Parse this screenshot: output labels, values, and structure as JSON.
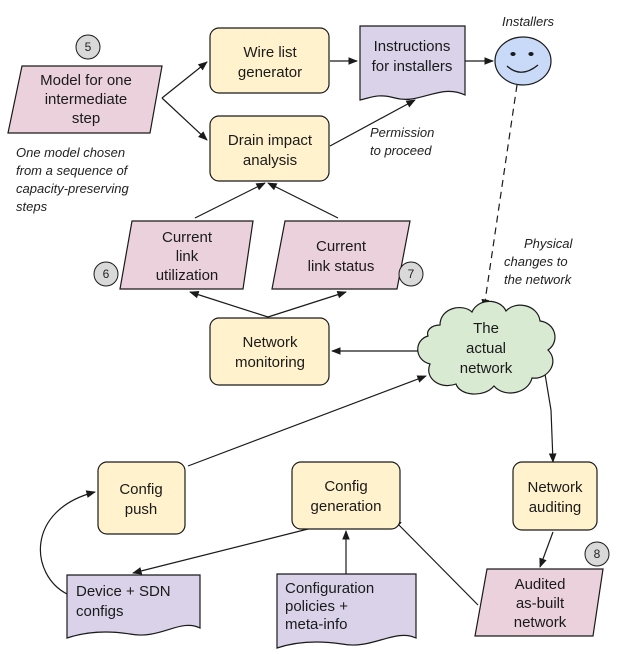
{
  "nodes": {
    "model": {
      "lines": [
        "Model for one",
        "intermediate",
        "step"
      ]
    },
    "wire_list": {
      "lines": [
        "Wire list",
        "generator"
      ]
    },
    "instructions": {
      "lines": [
        "Instructions",
        "for installers"
      ]
    },
    "drain_impact": {
      "lines": [
        "Drain impact",
        "analysis"
      ]
    },
    "link_util": {
      "lines": [
        "Current",
        "link",
        "utilization"
      ]
    },
    "link_status": {
      "lines": [
        "Current",
        "link status"
      ]
    },
    "monitoring": {
      "lines": [
        "Network",
        "monitoring"
      ]
    },
    "actual_network": {
      "lines": [
        "The",
        "actual",
        "network"
      ]
    },
    "config_push": {
      "lines": [
        "Config",
        "push"
      ]
    },
    "config_gen": {
      "lines": [
        "Config",
        "generation"
      ]
    },
    "auditing": {
      "lines": [
        "Network",
        "auditing"
      ]
    },
    "device_configs": {
      "lines": [
        "Device + SDN",
        "configs"
      ]
    },
    "config_policies": {
      "lines": [
        "Configuration",
        "policies +",
        "meta-info"
      ]
    },
    "audited": {
      "lines": [
        "Audited",
        "as-built",
        "network"
      ]
    }
  },
  "labels": {
    "installers": "Installers",
    "permission": [
      "Permission",
      "to proceed"
    ],
    "physical": [
      "Physical",
      "changes to",
      "the network"
    ],
    "model_note": [
      "One model chosen",
      "from a sequence of",
      "capacity-preserving",
      "steps"
    ]
  },
  "badges": [
    "5",
    "6",
    "7",
    "8"
  ],
  "colors": {
    "process_fill": "#fff2cc",
    "data_fill": "#ead1dc",
    "doc_fill": "#d9d2e9",
    "cloud_fill": "#d9ead3",
    "face_fill": "#c9daf8",
    "badge_fill": "#d9d9d9",
    "stroke": "#1a1a1a"
  }
}
